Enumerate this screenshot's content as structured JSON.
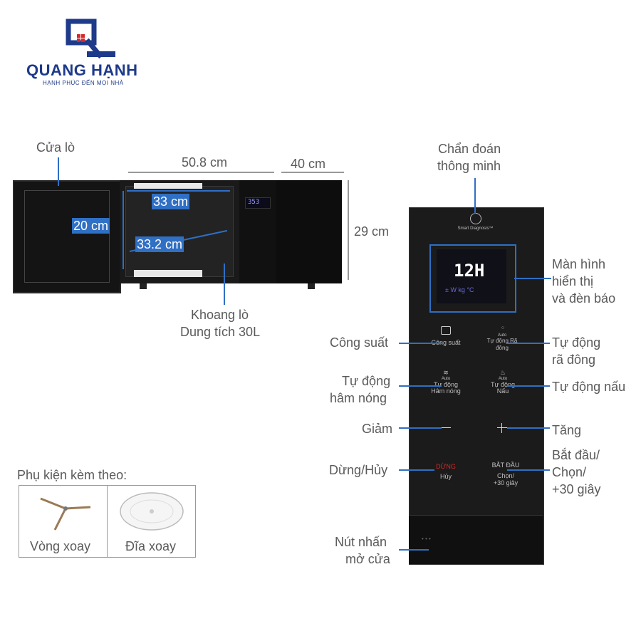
{
  "brand": {
    "name": "QUANG HẠNH",
    "tagline": "HẠNH PHÚC ĐẾN MỌI NHÀ",
    "colors": {
      "primary": "#1e3a8a",
      "accent": "#d62828"
    }
  },
  "dimensions": {
    "width": "50.8 cm",
    "depth": "40 cm",
    "height": "29 cm",
    "cavity_width": "33 cm",
    "cavity_height": "20 cm",
    "cavity_depth": "33.2 cm"
  },
  "labels": {
    "door": "Cửa lò",
    "cavity_line1": "Khoang lò",
    "cavity_line2": "Dung tích 30L",
    "smart_line1": "Chẩn đoán",
    "smart_line2": "thông minh",
    "display_line1": "Màn hình",
    "display_line2": "hiển thị",
    "display_line3": "và đèn báo",
    "power": "Công suất",
    "auto_defrost_line1": "Tự động",
    "auto_defrost_line2": "rã đông",
    "auto_reheat_line1": "Tự động",
    "auto_reheat_line2": "hâm nóng",
    "auto_cook": "Tự động nấu",
    "decrease": "Giảm",
    "increase": "Tăng",
    "stop_cancel": "Dừng/Hủy",
    "start_line1": "Bắt đầu/",
    "start_line2": "Chọn/",
    "start_line3": "+30 giây",
    "door_button_line1": "Nút nhấn",
    "door_button_line2": "mở cửa"
  },
  "panel": {
    "smart_text": "Smart Diagnosis™",
    "display_value": "12H",
    "display_units": "± W kg °C",
    "power_label": "Công suất",
    "defrost_small": "Auto",
    "defrost_label": "Tự động Rã đông",
    "reheat_small": "Auto",
    "reheat_label1": "Tự động",
    "reheat_label2": "Hâm nóng",
    "cook_small": "Auto",
    "cook_label1": "Tự động",
    "cook_label2": "Nấu",
    "stop_label1": "DỪNG",
    "stop_label2": "Hủy",
    "start_label1": "BẮT ĐẦU",
    "start_label2": "Chọn/",
    "start_label3": "+30 giây"
  },
  "oven_display": "353",
  "accessories": {
    "title": "Phụ kiện kèm theo:",
    "items": [
      {
        "label": "Vòng xoay"
      },
      {
        "label": "Đĩa xoay"
      }
    ]
  },
  "colors": {
    "leader_line": "#2f6fc4",
    "label_text": "#5a5a5a",
    "panel_bg": "#1b1b1b"
  }
}
